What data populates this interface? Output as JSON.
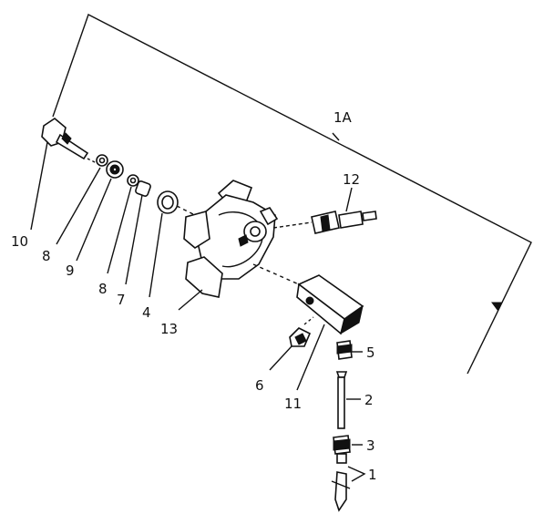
{
  "callouts": {
    "assembly": "1A",
    "part_1": "1",
    "part_2": "2",
    "part_3": "3",
    "part_4": "4",
    "part_5": "5",
    "part_6": "6",
    "part_7": "7",
    "part_8a": "8",
    "part_8b": "8",
    "part_9": "9",
    "part_10": "10",
    "part_11": "11",
    "part_12": "12",
    "part_13": "13"
  }
}
